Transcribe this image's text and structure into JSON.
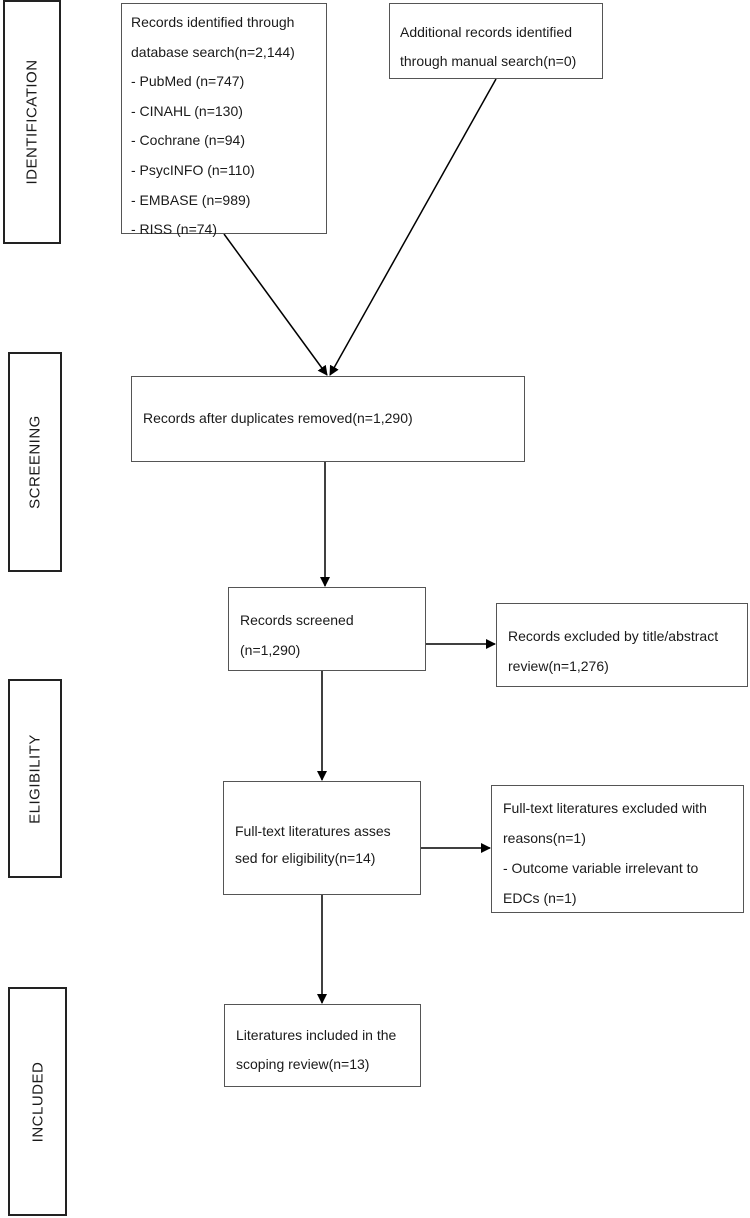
{
  "stages": {
    "identification": "IDENTIFICATION",
    "screening": "SCREENING",
    "eligibility": "ELIGIBILITY",
    "included": "INCLUDED"
  },
  "boxes": {
    "database_search": [
      "Records identified through",
      "database search(n=2,144)",
      "- PubMed (n=747)",
      "- CINAHL (n=130)",
      "- Cochrane (n=94)",
      "- PsycINFO (n=110)",
      "- EMBASE (n=989)",
      "- RISS (n=74)"
    ],
    "manual_search": [
      "Additional records identified",
      "through manual search(n=0)"
    ],
    "duplicates_removed": "Records after duplicates removed(n=1,290)",
    "screened": [
      "Records screened",
      "(n=1,290)"
    ],
    "excluded_title_abstract": [
      "Records excluded by title/abstract",
      "review(n=1,276)"
    ],
    "fulltext_assessed": [
      "Full-text literatures asses",
      "sed for eligibility(n=14)"
    ],
    "excluded_fulltext": [
      "Full-text literatures excluded with",
      "reasons(n=1)",
      "- Outcome variable irrelevant to",
      "EDCs (n=1)"
    ],
    "included": [
      "Literatures included in the",
      "scoping review(n=13)"
    ]
  }
}
